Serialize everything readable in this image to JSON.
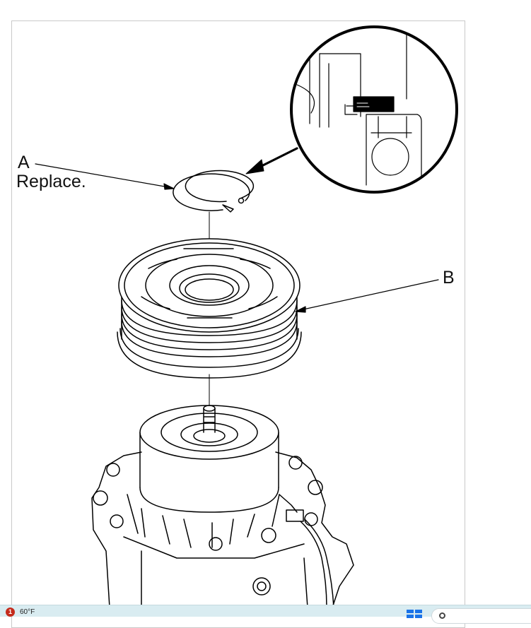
{
  "diagram": {
    "labels": {
      "a": "A",
      "a_note": "Replace.",
      "b": "B"
    },
    "parts": [
      "snap-ring",
      "pulley",
      "compressor"
    ],
    "line_color": "#000000"
  },
  "taskbar": {
    "notification_count": "1",
    "weather_temp": "60°F",
    "icons": [
      "weather-icon",
      "windows-start-icon",
      "search-icon"
    ],
    "accent": "#1a73e8"
  }
}
